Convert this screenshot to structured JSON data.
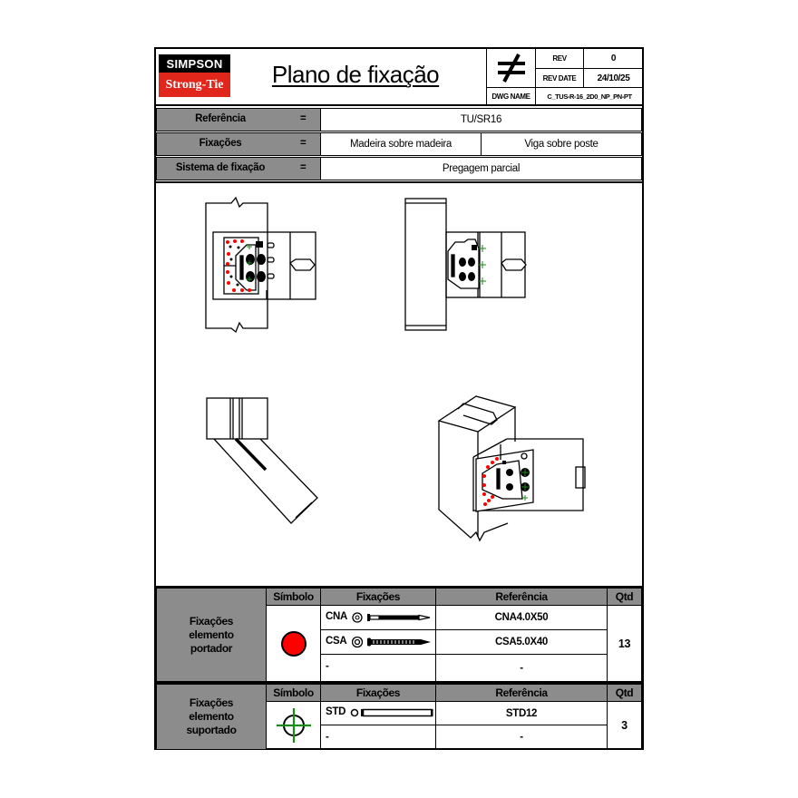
{
  "header": {
    "logo_top": "SIMPSON",
    "logo_bottom": "Strong-Tie",
    "title": "Plano de fixação",
    "symbol": "not-equal-icon",
    "rev_label": "REV",
    "rev_value": "0",
    "rev_date_label": "REV DATE",
    "rev_date_value": "24/10/25",
    "dwg_name_label": "DWG NAME",
    "dwg_name_value": "C_TUS-R-16_2D0_NP_PN-PT"
  },
  "info": {
    "rows": [
      {
        "label": "Referência",
        "eq": "=",
        "values": [
          "TU/SR16"
        ]
      },
      {
        "label": "Fixações",
        "eq": "=",
        "values": [
          "Madeira sobre madeira",
          "Viga sobre poste"
        ]
      },
      {
        "label": "Sistema de fixação",
        "eq": "=",
        "values": [
          "Pregagem parcial"
        ]
      }
    ]
  },
  "drawings": {
    "views": [
      "front-view",
      "side-view",
      "top-view",
      "isometric-view"
    ]
  },
  "colors": {
    "gray_header": "#8c8c8c",
    "brand_red": "#e1261c",
    "nail_red": "#ff0000",
    "screw_green": "#1a8a1a"
  },
  "table_portador": {
    "group_label": "Fixações elemento portador",
    "headers": {
      "symbol": "Símbolo",
      "fixings": "Fixações",
      "reference": "Referência",
      "qty": "Qtd"
    },
    "symbol": "red-circle-icon",
    "rows": [
      {
        "code": "CNA",
        "icon": "nail-icon",
        "reference": "CNA4.0X50"
      },
      {
        "code": "CSA",
        "icon": "screw-icon",
        "reference": "CSA5.0X40"
      },
      {
        "code": "-",
        "icon": "",
        "reference": "-"
      }
    ],
    "qty": "13"
  },
  "table_suportado": {
    "group_label": "Fixações elemento suportado",
    "headers": {
      "symbol": "Símbolo",
      "fixings": "Fixações",
      "reference": "Referência",
      "qty": "Qtd"
    },
    "symbol": "green-crosshair-icon",
    "rows": [
      {
        "code": "STD",
        "icon": "dowel-icon",
        "reference": "STD12"
      },
      {
        "code": "-",
        "icon": "",
        "reference": "-"
      }
    ],
    "qty": "3"
  }
}
